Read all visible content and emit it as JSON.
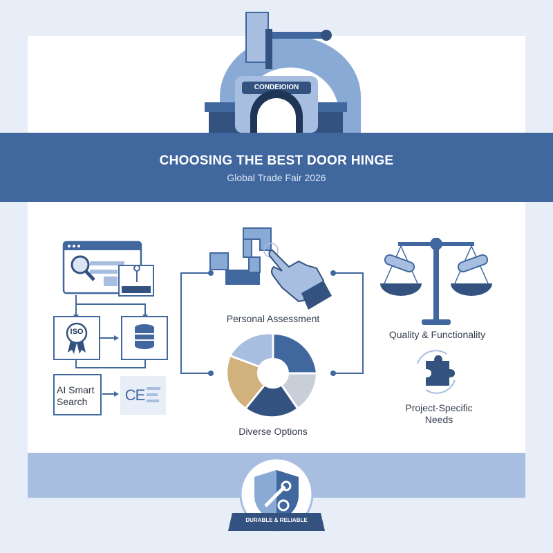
{
  "header": {
    "sign_text": "CONDEIOION",
    "title": "CHOOSING THE BEST DOOR HINGE",
    "subtitle": "Global Trade Fair 2026"
  },
  "left_panel": {
    "badge_text": "ISO",
    "search_label_line1": "AI Smart",
    "search_label_line2": "Search",
    "ce_text": "CE"
  },
  "center": {
    "assessment_label": "Personal Assessment",
    "options_label": "Diverse Options"
  },
  "right_panel": {
    "quality_label": "Quality & Functionality",
    "needs_line1": "Project-Specific",
    "needs_line2": "Needs"
  },
  "footer": {
    "ribbon_text": "DURABLE & RELIABLE"
  },
  "colors": {
    "primary": "#41679f",
    "light": "#a7bee0",
    "dark": "#34527f",
    "wood": "#d2b27c"
  }
}
